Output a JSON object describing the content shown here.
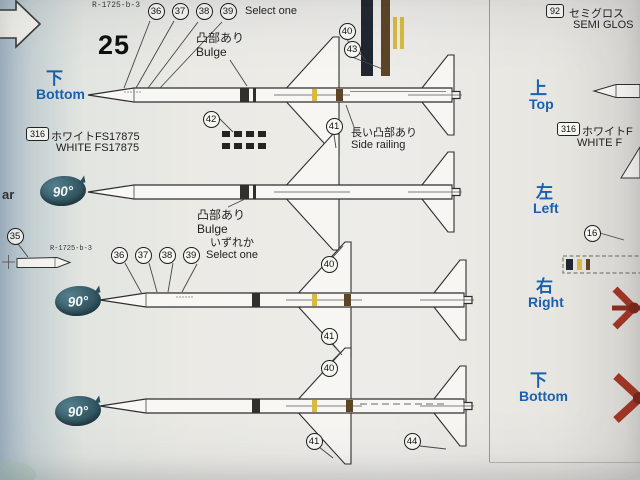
{
  "part_code": "R-1725-b-3",
  "step_number": "25",
  "callouts": {
    "c16": "16",
    "c35": "35",
    "c36": "36",
    "c37": "37",
    "c38": "38",
    "c39": "39",
    "c40": "40",
    "c41": "41",
    "c42": "42",
    "c43": "43",
    "c44": "44"
  },
  "labels": {
    "select_one_jp": "いずれか",
    "select_one_en": "Select one",
    "bulge_jp": "凸部あり",
    "bulge_en": "Bulge",
    "side_railing_jp": "長い凸部あり",
    "side_railing_en": "Side railing",
    "rotate_90": "90°",
    "partial_left_text": "ar"
  },
  "paints": {
    "white_left": {
      "code": "316",
      "jp": "ホワイトFS17875",
      "en": "WHITE FS17875"
    },
    "white_right": {
      "code": "316",
      "jp": "ホワイトF",
      "en": "WHITE F"
    },
    "semigloss": {
      "code": "92",
      "jp": "セミグロス",
      "en": "SEMI GLOS"
    }
  },
  "orientations": {
    "bottom_left": {
      "jp": "下",
      "en": "Bottom"
    },
    "top_right": {
      "jp": "上",
      "en": "Top"
    },
    "left_right_col": {
      "jp": "左",
      "en": "Left"
    },
    "right_right_col": {
      "jp": "右",
      "en": "Right"
    },
    "bottom_right_col": {
      "jp": "下",
      "en": "Bottom"
    }
  },
  "colors": {
    "blue_label": "#1961b0",
    "badge_teal": "#2d4f5b",
    "band_yellow": "#d8ba42",
    "band_brown": "#5c4426",
    "band_navy": "#20262f",
    "part_red": "#a33524"
  }
}
